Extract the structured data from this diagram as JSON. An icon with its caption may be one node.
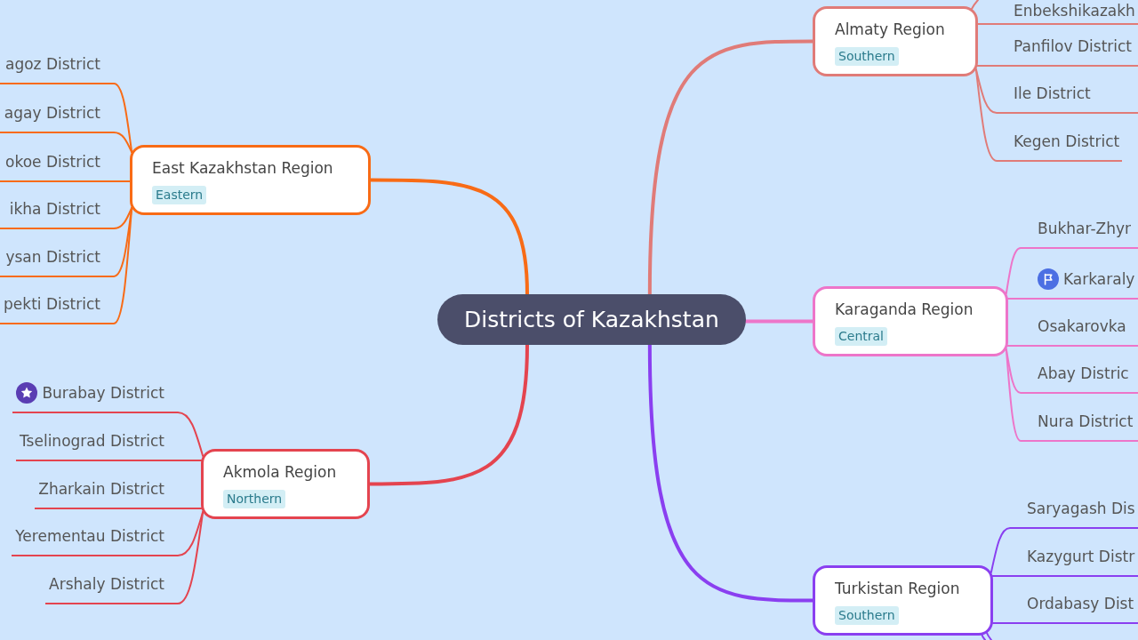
{
  "diagram": {
    "nodes": [
      {
        "text": [
          "Districts of Kazakhstan"
        ]
      },
      {
        "text": [
          "East Kazakhstan Region",
          "Eastern"
        ]
      },
      {
        "text": [
          "agoz District"
        ]
      },
      {
        "text": [
          "agay District"
        ]
      },
      {
        "text": [
          "okoe District"
        ]
      },
      {
        "text": [
          "ikha District"
        ]
      },
      {
        "text": [
          "ysan District"
        ]
      },
      {
        "text": [
          "pekti District"
        ]
      },
      {
        "text": [
          "Akmola Region",
          "Northern"
        ]
      },
      {
        "text": [
          "Burabay District"
        ]
      },
      {
        "text": [
          "Tselinograd District"
        ]
      },
      {
        "text": [
          "Zharkain District"
        ]
      },
      {
        "text": [
          "Yerementau District"
        ]
      },
      {
        "text": [
          "Arshaly District"
        ]
      },
      {
        "text": [
          "Almaty Region",
          "Southern"
        ]
      },
      {
        "text": [
          "Enbekshikazakh"
        ]
      },
      {
        "text": [
          "Panfilov District"
        ]
      },
      {
        "text": [
          "Ile District"
        ]
      },
      {
        "text": [
          "Kegen District"
        ]
      },
      {
        "text": [
          "Karaganda Region",
          "Central"
        ]
      },
      {
        "text": [
          "Bukhar-Zhyr"
        ]
      },
      {
        "text": [
          "Karkaraly"
        ]
      },
      {
        "text": [
          "Osakarovka"
        ]
      },
      {
        "text": [
          "Abay Distric"
        ]
      },
      {
        "text": [
          "Nura District"
        ]
      },
      {
        "text": [
          "Turkistan Region",
          "Southern"
        ]
      },
      {
        "text": [
          "Saryagash Dis"
        ]
      },
      {
        "text": [
          "Kazygurt Distr"
        ]
      },
      {
        "text": [
          "Ordabasy Dist"
        ]
      }
    ],
    "edges": [
      {
        "from": 0,
        "to": 1,
        "arrow": "none",
        "style": "thick",
        "color": "#f86b16"
      },
      {
        "from": 0,
        "to": 8,
        "arrow": "none",
        "style": "thick",
        "color": "#e4444f"
      },
      {
        "from": 0,
        "to": 14,
        "arrow": "none",
        "style": "thick",
        "color": "#e07b78"
      },
      {
        "from": 0,
        "to": 19,
        "arrow": "none",
        "style": "thick",
        "color": "#ed75c9"
      },
      {
        "from": 0,
        "to": 25,
        "arrow": "none",
        "style": "thick",
        "color": "#8a3ff0"
      },
      {
        "from": 1,
        "to": 2,
        "arrow": "none",
        "color": "#f86b16"
      },
      {
        "from": 1,
        "to": 3,
        "arrow": "none",
        "color": "#f86b16"
      },
      {
        "from": 1,
        "to": 4,
        "arrow": "none",
        "color": "#f86b16"
      },
      {
        "from": 1,
        "to": 5,
        "arrow": "none",
        "color": "#f86b16"
      },
      {
        "from": 1,
        "to": 6,
        "arrow": "none",
        "color": "#f86b16"
      },
      {
        "from": 1,
        "to": 7,
        "arrow": "none",
        "color": "#f86b16"
      },
      {
        "from": 8,
        "to": 9,
        "arrow": "none",
        "color": "#e4444f"
      },
      {
        "from": 8,
        "to": 10,
        "arrow": "none",
        "color": "#e4444f"
      },
      {
        "from": 8,
        "to": 11,
        "arrow": "none",
        "color": "#e4444f"
      },
      {
        "from": 8,
        "to": 12,
        "arrow": "none",
        "color": "#e4444f"
      },
      {
        "from": 8,
        "to": 13,
        "arrow": "none",
        "color": "#e4444f"
      },
      {
        "from": 14,
        "to": null,
        "arrow": "none",
        "color": "#e07b78"
      },
      {
        "from": 14,
        "to": 15,
        "arrow": "none",
        "color": "#e07b78"
      },
      {
        "from": 14,
        "to": 16,
        "arrow": "none",
        "color": "#e07b78"
      },
      {
        "from": 14,
        "to": 17,
        "arrow": "none",
        "color": "#e07b78"
      },
      {
        "from": 14,
        "to": 18,
        "arrow": "none",
        "color": "#e07b78"
      },
      {
        "from": 19,
        "to": 20,
        "arrow": "none",
        "color": "#ed75c9"
      },
      {
        "from": 19,
        "to": 21,
        "arrow": "none",
        "color": "#ed75c9"
      },
      {
        "from": 19,
        "to": 22,
        "arrow": "none",
        "color": "#ed75c9"
      },
      {
        "from": 19,
        "to": 23,
        "arrow": "none",
        "color": "#ed75c9"
      },
      {
        "from": 19,
        "to": 24,
        "arrow": "none",
        "color": "#ed75c9"
      },
      {
        "from": 25,
        "to": 26,
        "arrow": "none",
        "color": "#8a3ff0"
      },
      {
        "from": 25,
        "to": 27,
        "arrow": "none",
        "color": "#8a3ff0"
      },
      {
        "from": 25,
        "to": 28,
        "arrow": "none",
        "color": "#8a3ff0"
      },
      {
        "from": 25,
        "to": null,
        "arrow": "none",
        "color": "#8a3ff0"
      },
      {
        "from": 25,
        "to": null,
        "arrow": "none",
        "color": "#8a3ff0"
      }
    ]
  }
}
